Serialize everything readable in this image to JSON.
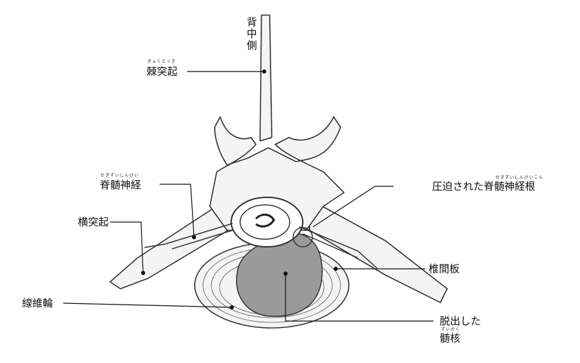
{
  "labels": {
    "dorsal_side": "背中側",
    "spinous_process": {
      "text": "棘突起",
      "ruby": "きょくとっき"
    },
    "spinal_nerve": {
      "text": "脊髄神経",
      "ruby": "せきずいしんけい"
    },
    "transverse_process": "横突起",
    "annulus_fibrosus": "線維輪",
    "compressed_nerve_root": {
      "prefix": "圧迫された",
      "text": "脊髄神経根",
      "ruby": "せきずいしんけいこん"
    },
    "intervertebral_disc": "椎間板",
    "herniated": "脱出した",
    "nucleus_pulposus": {
      "text": "髄核",
      "ruby": "ずいかく"
    }
  }
}
